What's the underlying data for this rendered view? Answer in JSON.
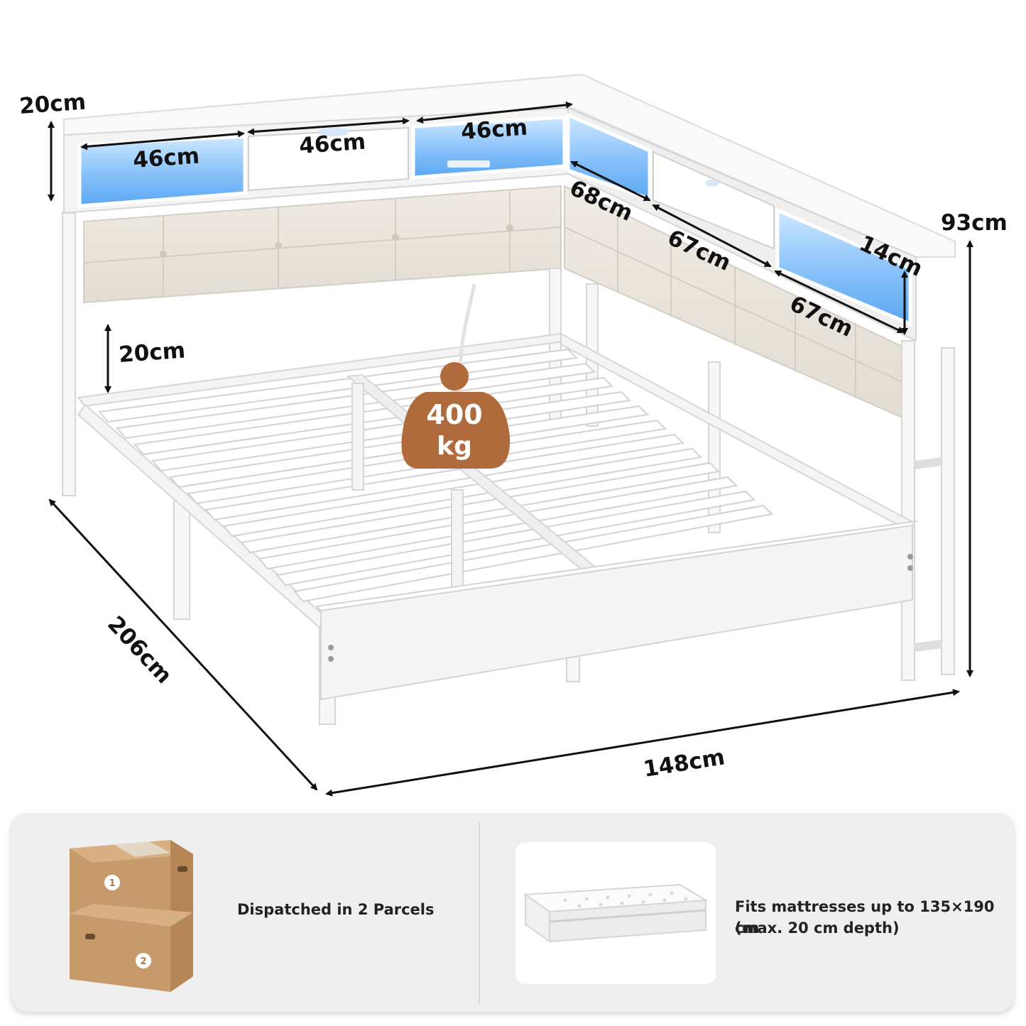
{
  "dimensions": {
    "shelf_height": "20cm",
    "compartment_1_width": "46cm",
    "compartment_2_width": "46cm",
    "compartment_3_width": "46cm",
    "side_segment_1": "68cm",
    "side_segment_2": "67cm",
    "side_segment_3": "67cm",
    "side_shelf_height": "14cm",
    "total_height": "93cm",
    "underbed_clearance": "20cm",
    "length": "206cm",
    "width": "148cm"
  },
  "load_badge": {
    "value": "400",
    "unit": "kg"
  },
  "info": {
    "parcels_text": "Dispatched in 2 Parcels",
    "box_1_number": "1",
    "box_2_number": "2",
    "mattress_line_1": "Fits mattresses up to 135×190 cm",
    "mattress_line_2": "(max. 20 cm depth)"
  },
  "colors": {
    "frame": "#f7f7f7",
    "upholstery": "#e9e5dd",
    "led_glow": "#9fd0ff",
    "badge": "#b06b3d",
    "box": "#c79a6c",
    "panel": "#efefef"
  }
}
